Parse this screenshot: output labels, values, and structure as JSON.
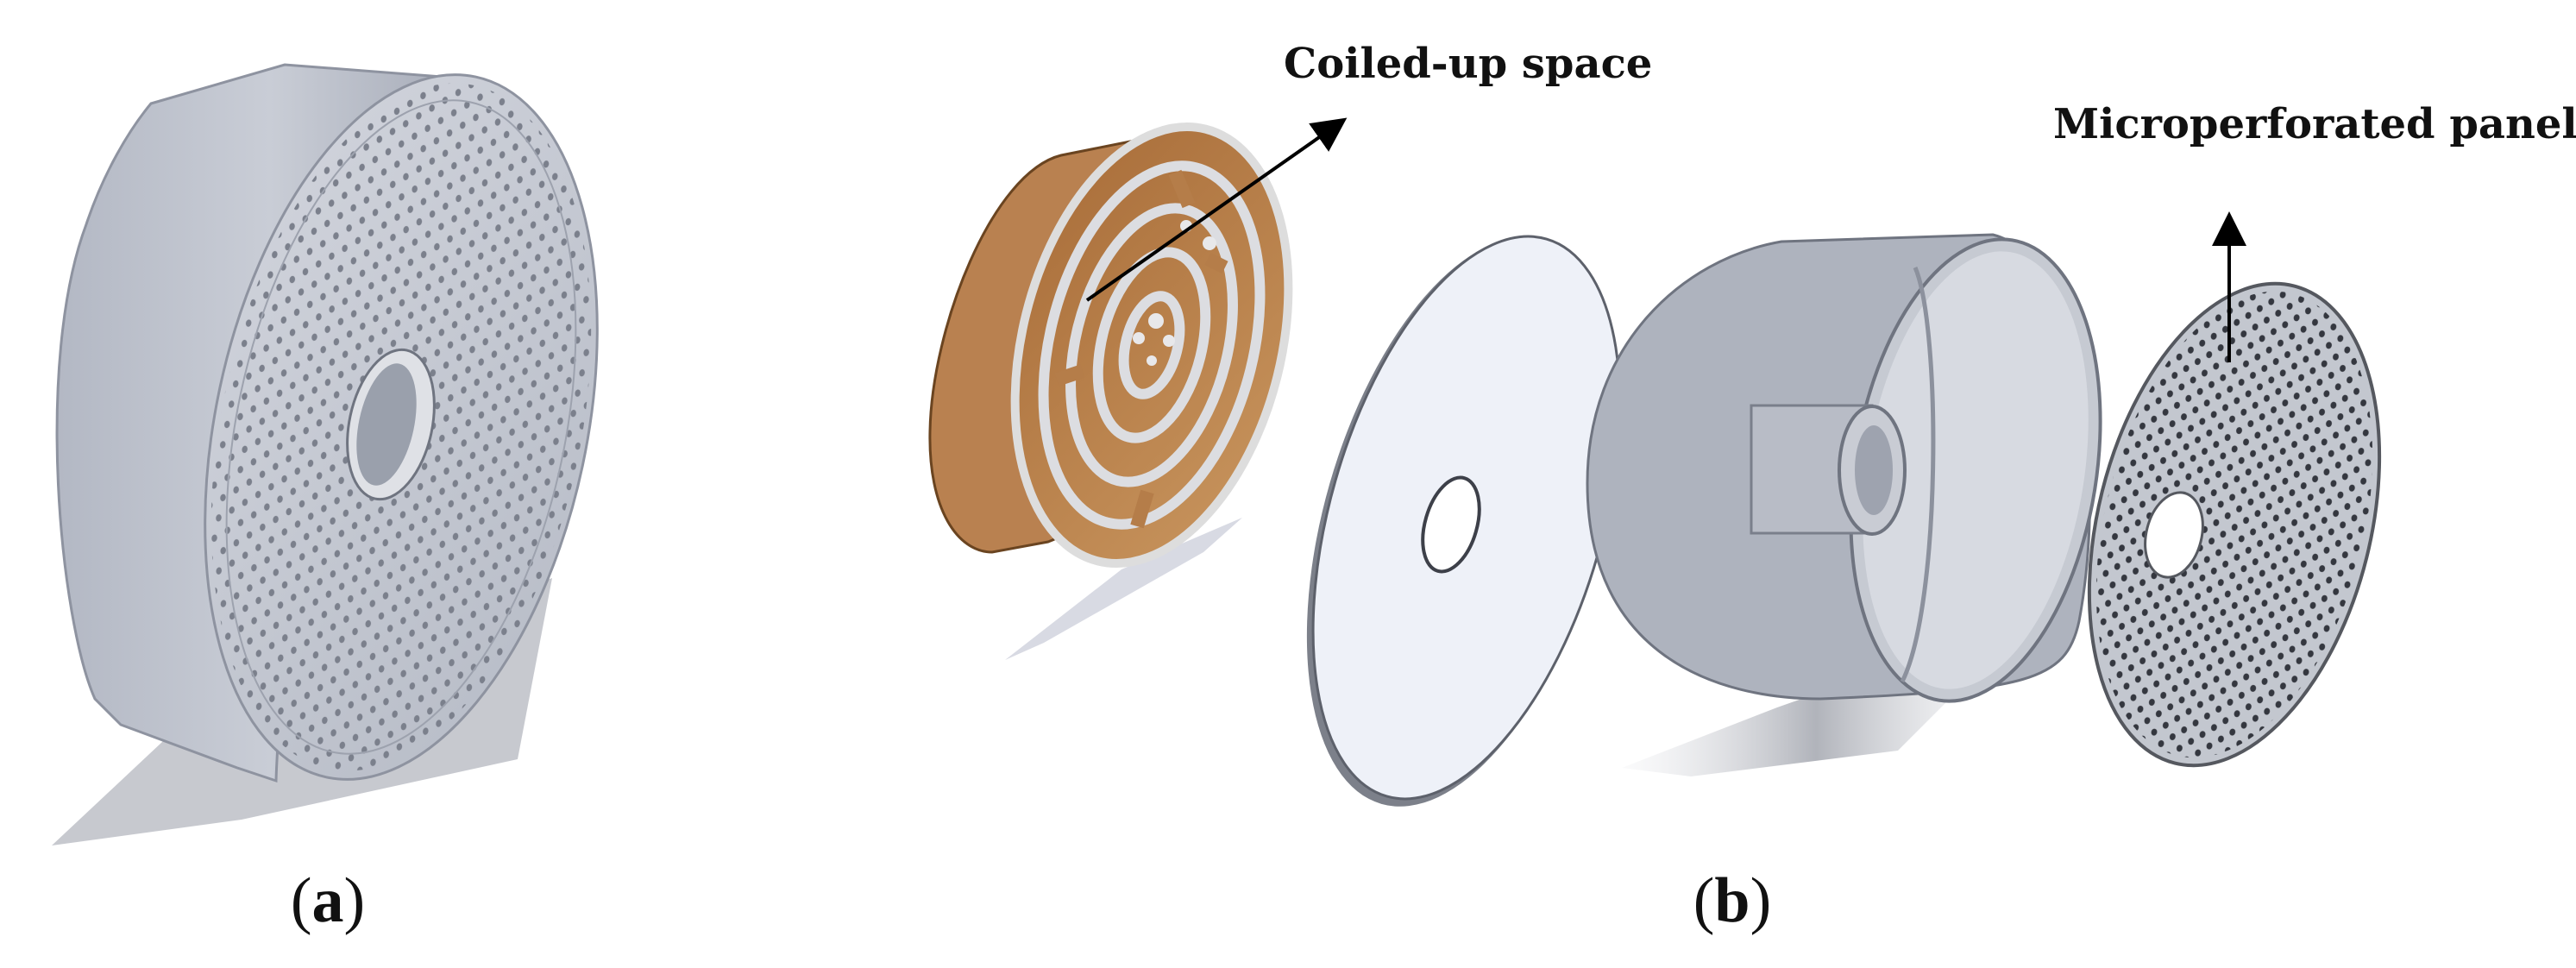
{
  "panels": [
    {
      "id": "a",
      "label_open": "(",
      "label_letter": "a",
      "label_close": ")"
    },
    {
      "id": "b",
      "label_open": "(",
      "label_letter": "b",
      "label_close": ")"
    }
  ],
  "annotations": {
    "coiled": "Coiled-up space",
    "panel": "Microperforated panel"
  },
  "colors": {
    "metal_light": "#c9cdd6",
    "metal_mid": "#a9aebb",
    "metal_dark": "#7f8492",
    "copper_light": "#c48d55",
    "copper_dark": "#8a5a2c",
    "spiral_wall": "#d9dbdf",
    "sheet": "#eef1f8",
    "hole": "#6a6e79",
    "perf_panel": "#c3c7cf",
    "perf_hole": "#3a3d45",
    "shadow": "#b9bcc4",
    "arrow": "#000000"
  }
}
